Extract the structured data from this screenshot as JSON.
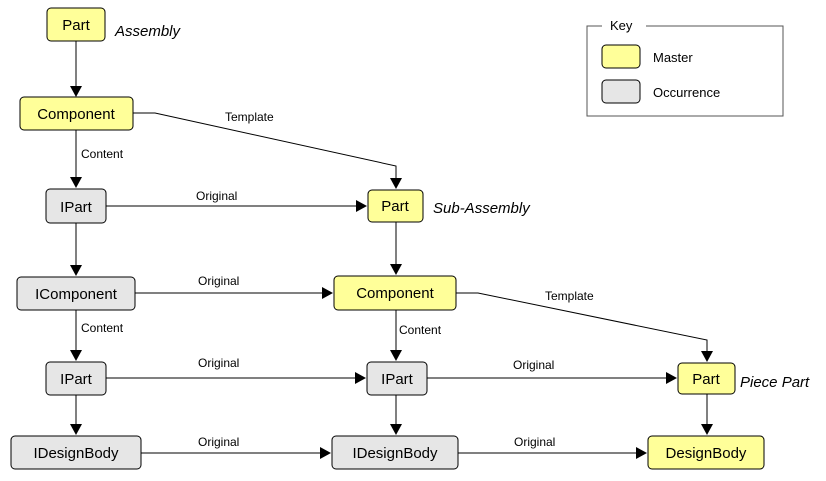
{
  "colors": {
    "master": "#ffff99",
    "occurrence": "#e6e6e6",
    "stroke": "#000000"
  },
  "key": {
    "title": "Key",
    "master_label": "Master",
    "occurrence_label": "Occurrence"
  },
  "level_labels": {
    "assembly": "Assembly",
    "sub_assembly": "Sub-Assembly",
    "piece_part": "Piece Part"
  },
  "nodes": {
    "part_top": "Part",
    "component_top": "Component",
    "ipart_left_1": "IPart",
    "part_mid": "Part",
    "icomponent_left": "IComponent",
    "component_mid": "Component",
    "ipart_left_2": "IPart",
    "ipart_mid": "IPart",
    "part_right": "Part",
    "idesignbody_left": "IDesignBody",
    "idesignbody_mid": "IDesignBody",
    "designbody_right": "DesignBody"
  },
  "edge_labels": {
    "template_1": "Template",
    "content_1": "Content",
    "original_1": "Original",
    "original_2": "Original",
    "template_2": "Template",
    "content_2": "Content",
    "content_3": "Content",
    "original_3": "Original",
    "original_4": "Original",
    "original_5": "Original",
    "original_6": "Original"
  }
}
